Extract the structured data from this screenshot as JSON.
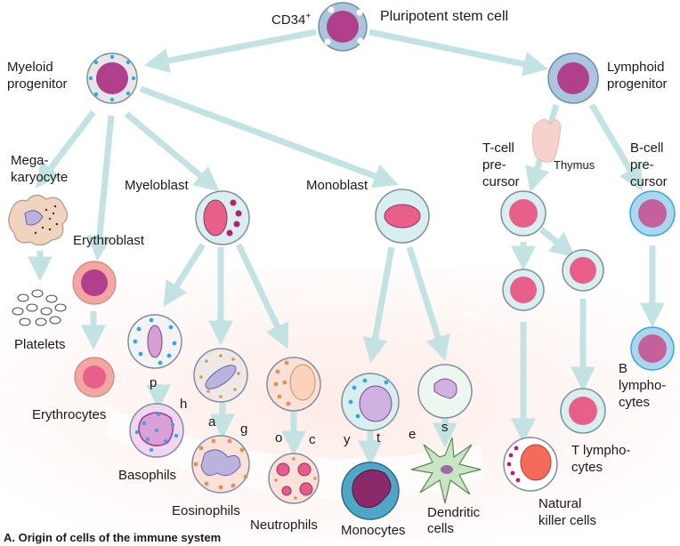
{
  "labels": {
    "cd34": "CD34",
    "cd34_sup": "+",
    "stem": "Pluripotent stem cell",
    "myeloid_1": "Myeloid",
    "myeloid_2": "progenitor",
    "lymphoid_1": "Lymphoid",
    "lymphoid_2": "progenitor",
    "mega_1": "Mega-",
    "mega_2": "karyocyte",
    "myeloblast": "Myeloblast",
    "monoblast": "Monoblast",
    "tcell_1": "T-cell",
    "tcell_2": "pre-",
    "tcell_3": "cursor",
    "thymus": "Thymus",
    "bcell_1": "B-cell",
    "bcell_2": "pre-",
    "bcell_3": "cursor",
    "erythroblast": "Erythroblast",
    "platelets": "Platelets",
    "erythrocytes": "Erythrocytes",
    "basophils": "Basophils",
    "eosinophils": "Eosinophils",
    "neutrophils": "Neutrophils",
    "monocytes": "Monocytes",
    "dendritic_1": "Dendritic",
    "dendritic_2": "cells",
    "b_lympho_1": "B",
    "b_lympho_2": "lympho-",
    "b_lympho_3": "cytes",
    "t_lympho_1": "T lympho-",
    "t_lympho_2": "cytes",
    "nk_1": "Natural",
    "nk_2": "killer cells",
    "bottom_caption": "A. Origin of cells of the immune system"
  },
  "phagocytes_letters": [
    "p",
    "h",
    "a",
    "g",
    "o",
    "c",
    "y",
    "t",
    "e",
    "s"
  ],
  "colors": {
    "arrow": "#c8e6e4",
    "nucleus_magenta": "#b0408c",
    "nucleus_pink": "#e8608a",
    "cyto_gray": "#e6e6e6",
    "cyto_teal": "#d8efef",
    "cyto_blue": "#a9c6dc",
    "granule_blue": "#33a8e0",
    "granule_magenta": "#c01c6c",
    "granule_orange": "#e0905a",
    "background_glow": "#fde8e2"
  }
}
